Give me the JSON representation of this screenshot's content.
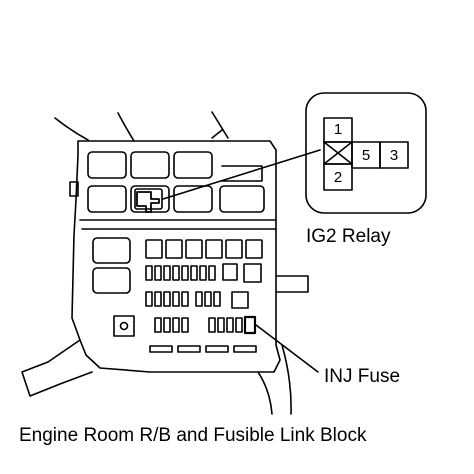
{
  "labels": {
    "relay": "IG2 Relay",
    "fuse": "INJ Fuse",
    "block": "Engine Room R/B and Fusible Link Block"
  },
  "relay_pins": {
    "pin1": "1",
    "pin2": "2",
    "pin5": "5",
    "pin3": "3"
  },
  "colors": {
    "line": "#000000",
    "background": "#ffffff"
  }
}
